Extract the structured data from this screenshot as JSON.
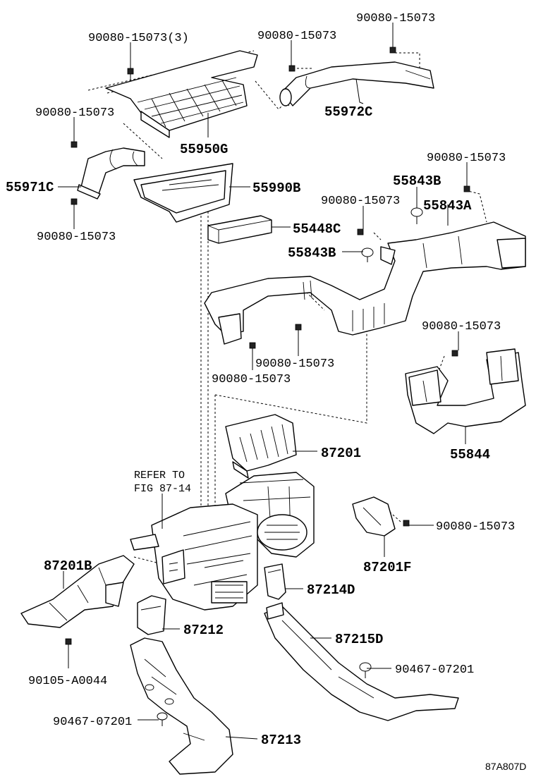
{
  "diagram": {
    "figure_code": "87A807D",
    "reference_note": {
      "line1": "REFER TO",
      "line2": "FIG 87-14"
    },
    "labels": {
      "p90080_top_right": "90080-15073",
      "p90080_top_left_3": "90080-15073(3)",
      "p90080_top_center": "90080-15073",
      "p90080_left_upper": "90080-15073",
      "p55972C": "55972C",
      "p55950G": "55950G",
      "p55971C": "55971C",
      "p55990B": "55990B",
      "p90080_left_lower": "90080-15073",
      "p90080_right_upper": "90080-15073",
      "p55843B_top": "55843B",
      "p90080_center_mid": "90080-15073",
      "p55843A": "55843A",
      "p55448C": "55448C",
      "p55843B_mid": "55843B",
      "p90080_right_mid": "90080-15073",
      "p90080_center_low": "90080-15073",
      "p90080_center_low2": "90080-15073",
      "p55844": "55844",
      "p87201": "87201",
      "p90080_right_low": "90080-15073",
      "p87201B": "87201B",
      "p87201F": "87201F",
      "p87214D": "87214D",
      "p87212": "87212",
      "p87215D": "87215D",
      "p90105": "90105-A0044",
      "p90467_right": "90467-07201",
      "p90467_left": "90467-07201",
      "p87213": "87213"
    }
  }
}
